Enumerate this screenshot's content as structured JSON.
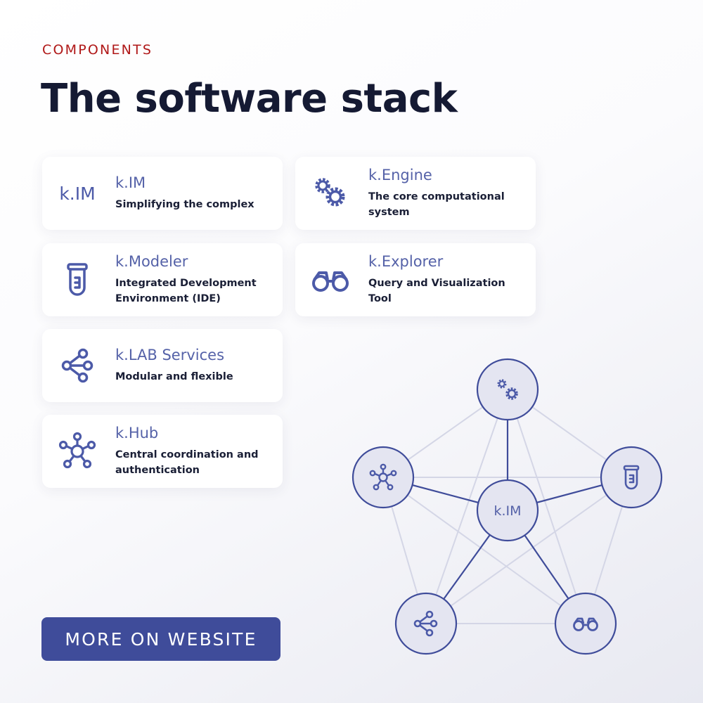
{
  "header": {
    "eyebrow": "COMPONENTS",
    "title": "The software stack"
  },
  "components": [
    {
      "name": "k.IM",
      "description": "Simplifying the complex",
      "icon": "kim-logo-icon",
      "icon_text": "k.IM"
    },
    {
      "name": "k.Engine",
      "description": "The core computational system",
      "icon": "gears-icon"
    },
    {
      "name": "k.Modeler",
      "description": "Integrated Development Environment (IDE)",
      "icon": "test-tube-icon"
    },
    {
      "name": "k.Explorer",
      "description": "Query and Visualization Tool",
      "icon": "binoculars-icon"
    },
    {
      "name": "k.LAB Services",
      "description": "Modular and flexible",
      "icon": "share-icon"
    },
    {
      "name": "k.Hub",
      "description": "Central coordination and authentication",
      "icon": "hub-icon"
    }
  ],
  "cta": {
    "label": "MORE ON WEBSITE"
  },
  "network": {
    "center_label": "k.IM",
    "outer_nodes": [
      "gears-icon",
      "test-tube-icon",
      "binoculars-icon",
      "share-icon",
      "hub-icon"
    ]
  },
  "colors": {
    "accent": "#b01818",
    "brand": "#4c5aa8",
    "button": "#3f4c9a",
    "title": "#151a33"
  }
}
